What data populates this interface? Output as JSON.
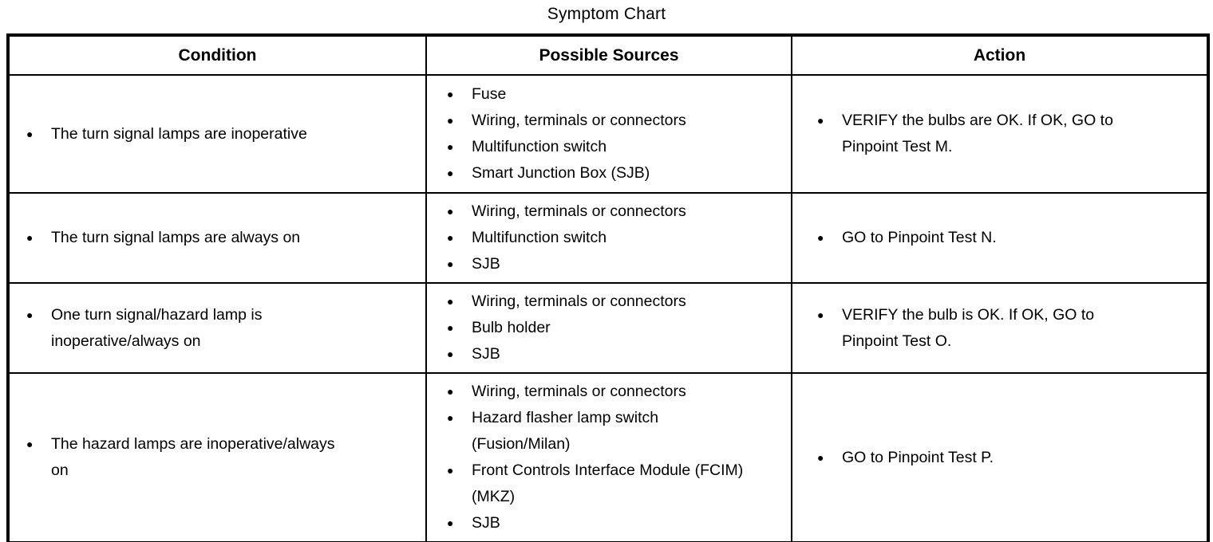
{
  "title": "Symptom Chart",
  "bullet_icon": "●",
  "table": {
    "headers": [
      "Condition",
      "Possible Sources",
      "Action"
    ],
    "rows": [
      {
        "condition": "The turn signal lamps are inoperative",
        "sources": [
          "Fuse",
          "Wiring, terminals or connectors",
          "Multifunction switch",
          "Smart Junction Box (SJB)"
        ],
        "action": "VERIFY the bulbs are OK. If OK, GO to Pinpoint Test M."
      },
      {
        "condition": "The turn signal lamps are always on",
        "sources": [
          "Wiring, terminals or connectors",
          "Multifunction switch",
          "SJB"
        ],
        "action": "GO to Pinpoint Test N."
      },
      {
        "condition": "One turn signal/hazard lamp is inoperative/always on",
        "sources": [
          "Wiring, terminals or connectors",
          "Bulb holder",
          "SJB"
        ],
        "action": "VERIFY the bulb is OK. If OK, GO to Pinpoint Test O."
      },
      {
        "condition": "The hazard lamps are inoperative/always on",
        "sources": [
          "Wiring, terminals or connectors",
          "Hazard flasher lamp switch (Fusion/Milan)",
          "Front Controls Interface Module (FCIM) (MKZ)",
          "SJB"
        ],
        "action": "GO to Pinpoint Test P."
      }
    ]
  }
}
